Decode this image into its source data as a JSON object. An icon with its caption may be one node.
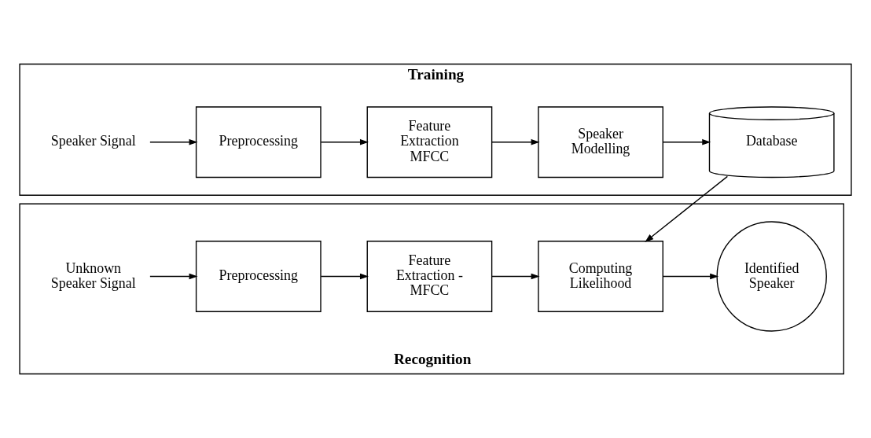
{
  "diagram": {
    "nodes": [
      {
        "text": [
          "Training"
        ]
      },
      {
        "text": [
          "Speaker Signal"
        ],
        "in": 0
      },
      {
        "text": [
          "Preprocessing"
        ],
        "in": 0
      },
      {
        "text": [
          "Feature Extraction MFCC"
        ],
        "in": 0
      },
      {
        "text": [
          "Speaker Modelling"
        ],
        "in": 0
      },
      {
        "text": [
          "Database"
        ],
        "in": 0
      },
      {
        "text": [
          "Recognition"
        ]
      },
      {
        "text": [
          "Unknown Speaker Signal"
        ],
        "in": 6
      },
      {
        "text": [
          "Preprocessing"
        ],
        "in": 6
      },
      {
        "text": [
          "Feature Extraction - MFCC"
        ],
        "in": 6
      },
      {
        "text": [
          "Computing Likelihood"
        ],
        "in": 6
      },
      {
        "text": [
          "Identified Speaker"
        ],
        "in": 6
      }
    ],
    "edges": [
      {
        "from": 1,
        "to": 2,
        "arrow": "to"
      },
      {
        "from": 2,
        "to": 3,
        "arrow": "to"
      },
      {
        "from": 3,
        "to": 4,
        "arrow": "to"
      },
      {
        "from": 4,
        "to": 5,
        "arrow": "to"
      },
      {
        "from": 5,
        "to": 10,
        "arrow": "to"
      },
      {
        "from": 7,
        "to": 8,
        "arrow": "to"
      },
      {
        "from": 8,
        "to": 9,
        "arrow": "to"
      },
      {
        "from": 9,
        "to": 10,
        "arrow": "to"
      },
      {
        "from": 10,
        "to": 11,
        "arrow": "to"
      }
    ]
  }
}
